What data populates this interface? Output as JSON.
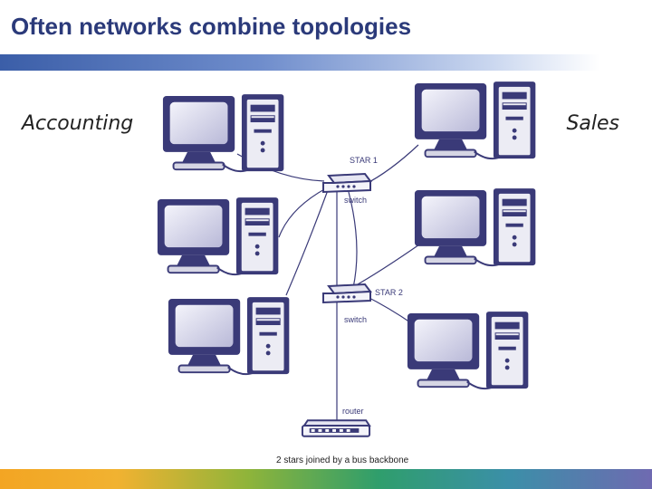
{
  "slide": {
    "title": "Often networks combine topologies",
    "label_left": "Accounting",
    "label_right": "Sales"
  },
  "diagram": {
    "star1_label": "STAR 1",
    "star2_label": "STAR 2",
    "switch1_label": "switch",
    "switch2_label": "switch",
    "router_label": "router",
    "caption": "2 stars joined by a bus backbone"
  },
  "colors": {
    "title_text": "#2b3a7a",
    "monitor_frame": "#3a3a78",
    "tower": "#3a3a78"
  }
}
